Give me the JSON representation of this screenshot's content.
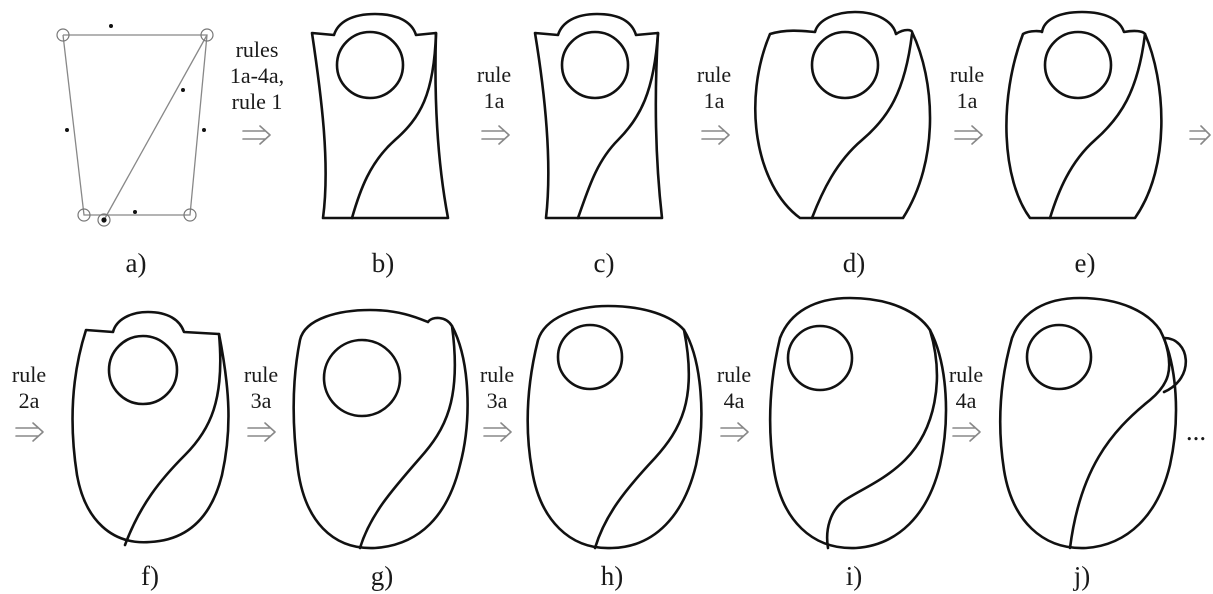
{
  "panels": [
    {
      "id": "a",
      "label": "a)"
    },
    {
      "id": "b",
      "label": "b)"
    },
    {
      "id": "c",
      "label": "c)"
    },
    {
      "id": "d",
      "label": "d)"
    },
    {
      "id": "e",
      "label": "e)"
    },
    {
      "id": "f",
      "label": "f)"
    },
    {
      "id": "g",
      "label": "g)"
    },
    {
      "id": "h",
      "label": "h)"
    },
    {
      "id": "i",
      "label": "i)"
    },
    {
      "id": "j",
      "label": "j)"
    }
  ],
  "transitions": [
    {
      "from": "a",
      "to": "b",
      "lines": [
        "rules",
        "1a-4a,",
        "rule 1"
      ]
    },
    {
      "from": "b",
      "to": "c",
      "lines": [
        "rule",
        "1a"
      ]
    },
    {
      "from": "c",
      "to": "d",
      "lines": [
        "rule",
        "1a"
      ]
    },
    {
      "from": "d",
      "to": "e",
      "lines": [
        "rule",
        "1a"
      ]
    },
    {
      "from": "e",
      "to": "f",
      "lines": []
    },
    {
      "from": "e",
      "to": "f",
      "lines": [
        "rule",
        "2a"
      ]
    },
    {
      "from": "f",
      "to": "g",
      "lines": [
        "rule",
        "3a"
      ]
    },
    {
      "from": "g",
      "to": "h",
      "lines": [
        "rule",
        "3a"
      ]
    },
    {
      "from": "h",
      "to": "i",
      "lines": [
        "rule",
        "4a"
      ]
    },
    {
      "from": "i",
      "to": "j",
      "lines": [
        "rule",
        "4a"
      ]
    }
  ],
  "arrow_glyph": "⇒",
  "continuation": "..."
}
